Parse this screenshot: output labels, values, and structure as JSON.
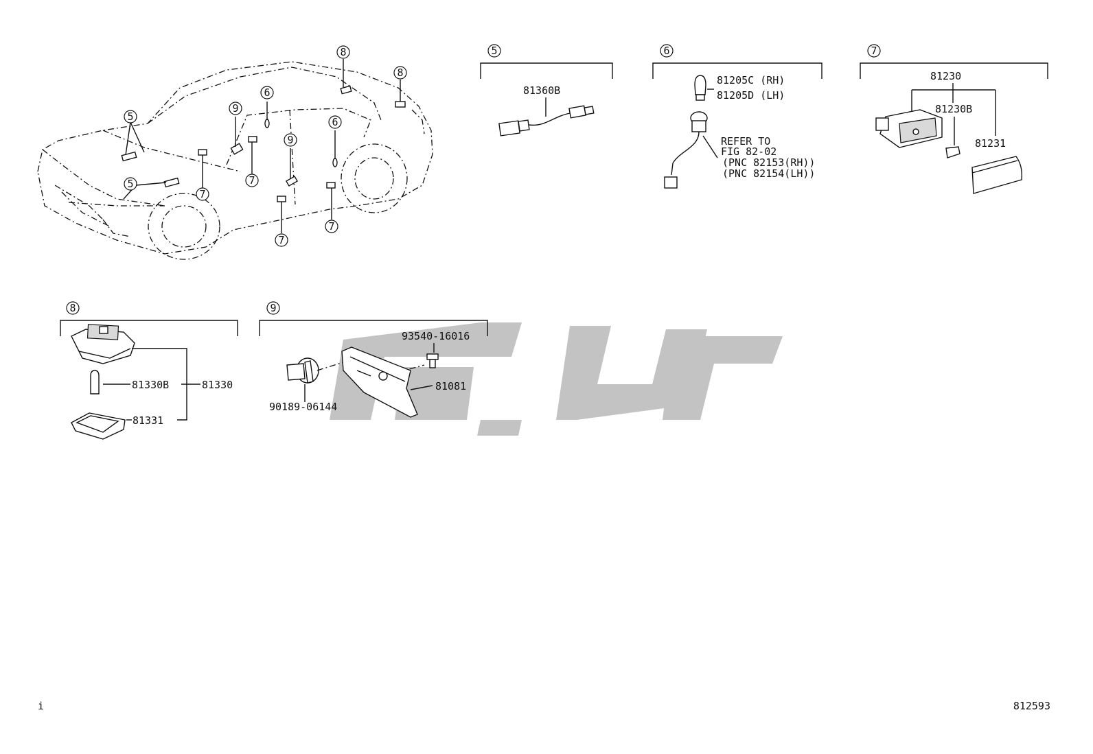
{
  "callouts": {
    "c5": "5",
    "c6": "6",
    "c7": "7",
    "c8": "8",
    "c9": "9"
  },
  "group5": {
    "part": "81360B"
  },
  "group6": {
    "bulb_rh": "81205C (RH)",
    "bulb_lh": "81205D (LH)",
    "refer": [
      "REFER TO",
      "FIG 82-02",
      "(PNC 82153(RH))",
      "(PNC 82154(LH))"
    ]
  },
  "group7": {
    "assy": "81230",
    "bulb": "81230B",
    "lens": "81231"
  },
  "group8": {
    "bulb": "81330B",
    "assy": "81330",
    "lens": "81331"
  },
  "group9": {
    "screw": "93540-16016",
    "clip": "90189-06144",
    "bracket": "81081"
  },
  "footer": {
    "left_mark": "i",
    "diagram_number": "812593"
  },
  "watermark_color": "#bdbdbd"
}
